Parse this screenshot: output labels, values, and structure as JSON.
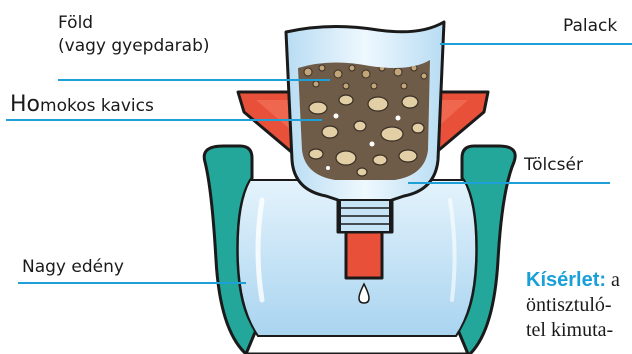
{
  "labels": {
    "fold_line1": "Föld",
    "fold_line2": "(vagy gyepdarab)",
    "homokos_first": "Ho",
    "homokos_rest": "mokos kavics",
    "palack": "Palack",
    "tolcser": "Tölcsér",
    "nagy_edeny": "Nagy edény"
  },
  "caption": {
    "title": "Kísérlet:",
    "line1_rest": "a",
    "line2": "öntisztuló-",
    "line3": "tel kimuta-"
  },
  "colors": {
    "leader_line": "#1e9fd8",
    "pot_fill": "#23a79a",
    "pot_outline": "#1a1a1a",
    "water": "#c9e6f7",
    "funnel": "#e8503a",
    "soil": "#7d6a55",
    "gravel": "#d8c29a",
    "caption_title": "#1aa0d8"
  },
  "icons": [
    "water-drop-icon"
  ]
}
